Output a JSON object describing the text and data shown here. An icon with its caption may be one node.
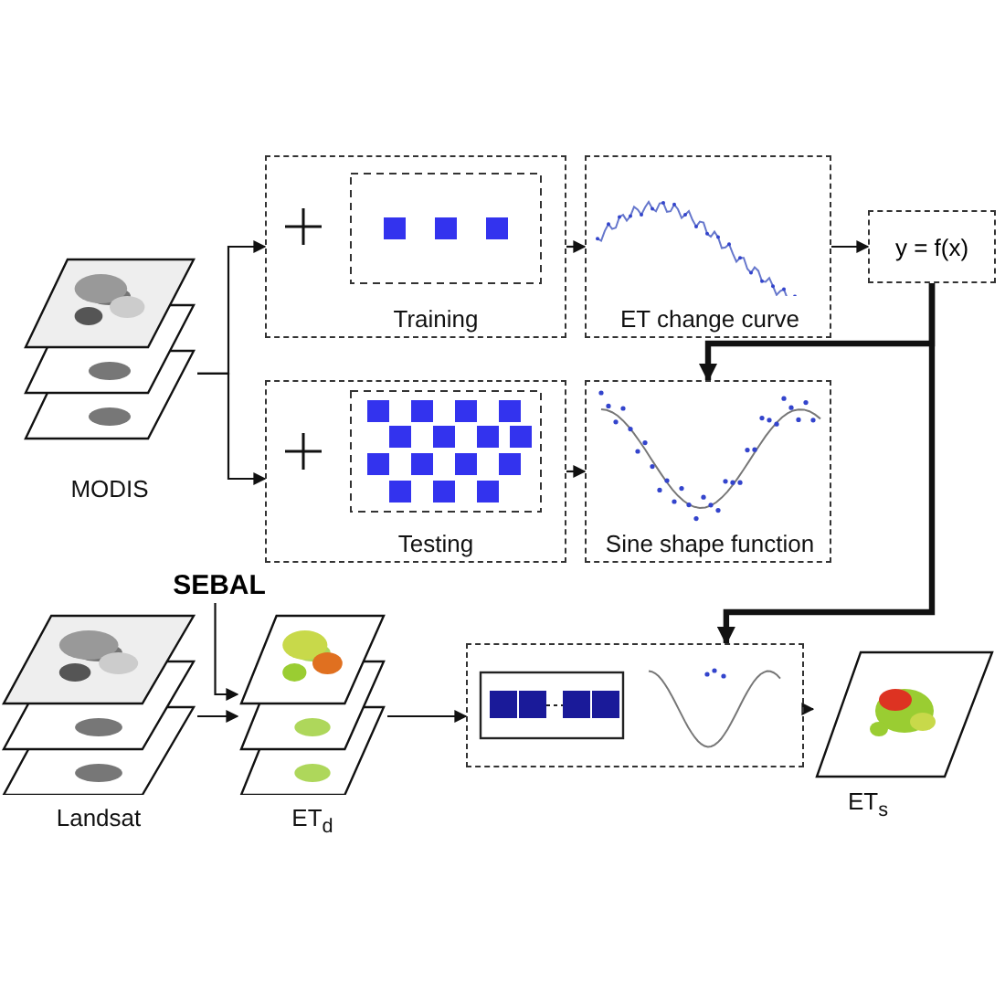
{
  "diagram": {
    "nodes": [
      {
        "text": [
          "Training"
        ]
      },
      {
        "text": [
          "ET change curve"
        ]
      },
      {
        "text": [
          "y = f(x)"
        ]
      },
      {
        "text": [
          "MODIS"
        ]
      },
      {
        "text": [
          "Testing"
        ]
      },
      {
        "text": [
          "Sine shape function"
        ]
      },
      {
        "text": [
          "SEBAL"
        ]
      },
      {
        "text": [
          "Landsat"
        ]
      },
      {
        "text": [
          "ET$_{d}$"
        ]
      },
      {
        "text": [],
        "shape": "box"
      },
      {
        "text": [
          "ET$_{s}$"
        ]
      }
    ],
    "edges": [
      {
        "from": 3,
        "to": 0,
        "arrow": "to"
      },
      {
        "from": 3,
        "to": 4,
        "arrow": "to"
      },
      {
        "from": 0,
        "to": 1,
        "arrow": "to"
      },
      {
        "from": 1,
        "to": 2,
        "arrow": "to"
      },
      {
        "from": 2,
        "to": 5,
        "arrow": "to",
        "style": "thick"
      },
      {
        "from": 2,
        "to": 9,
        "arrow": "to",
        "style": "thick"
      },
      {
        "from": 4,
        "to": 5,
        "arrow": "to"
      },
      {
        "from": 6,
        "to": 8,
        "arrow": "to"
      },
      {
        "from": 7,
        "to": 8,
        "arrow": "to"
      },
      {
        "from": 8,
        "to": 9,
        "arrow": "to"
      },
      {
        "from": 9,
        "to": 10,
        "arrow": "to"
      }
    ]
  }
}
